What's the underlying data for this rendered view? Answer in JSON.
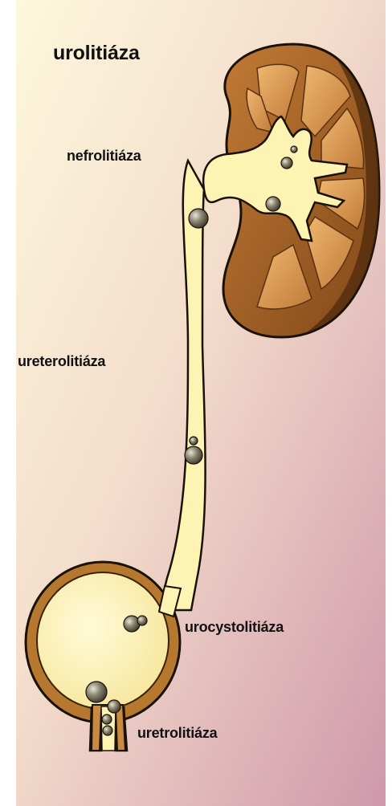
{
  "title": "urolitiáza",
  "labels": {
    "kidney": "nefrolitiáza",
    "ureter": "ureterolitiáza",
    "bladder": "urocystolitiáza",
    "urethra": "uretrolitiáza"
  },
  "colors": {
    "background_top": "#fbf4d8",
    "background_bottom": "#d4a3b1",
    "kidney_cortex": "#a8652a",
    "kidney_pyramid": "#d08c48",
    "urine_fill": "#fdf3b3",
    "outline": "#1a1208",
    "bladder_wall": "#b6782f",
    "stone": "#6f6b5a"
  }
}
